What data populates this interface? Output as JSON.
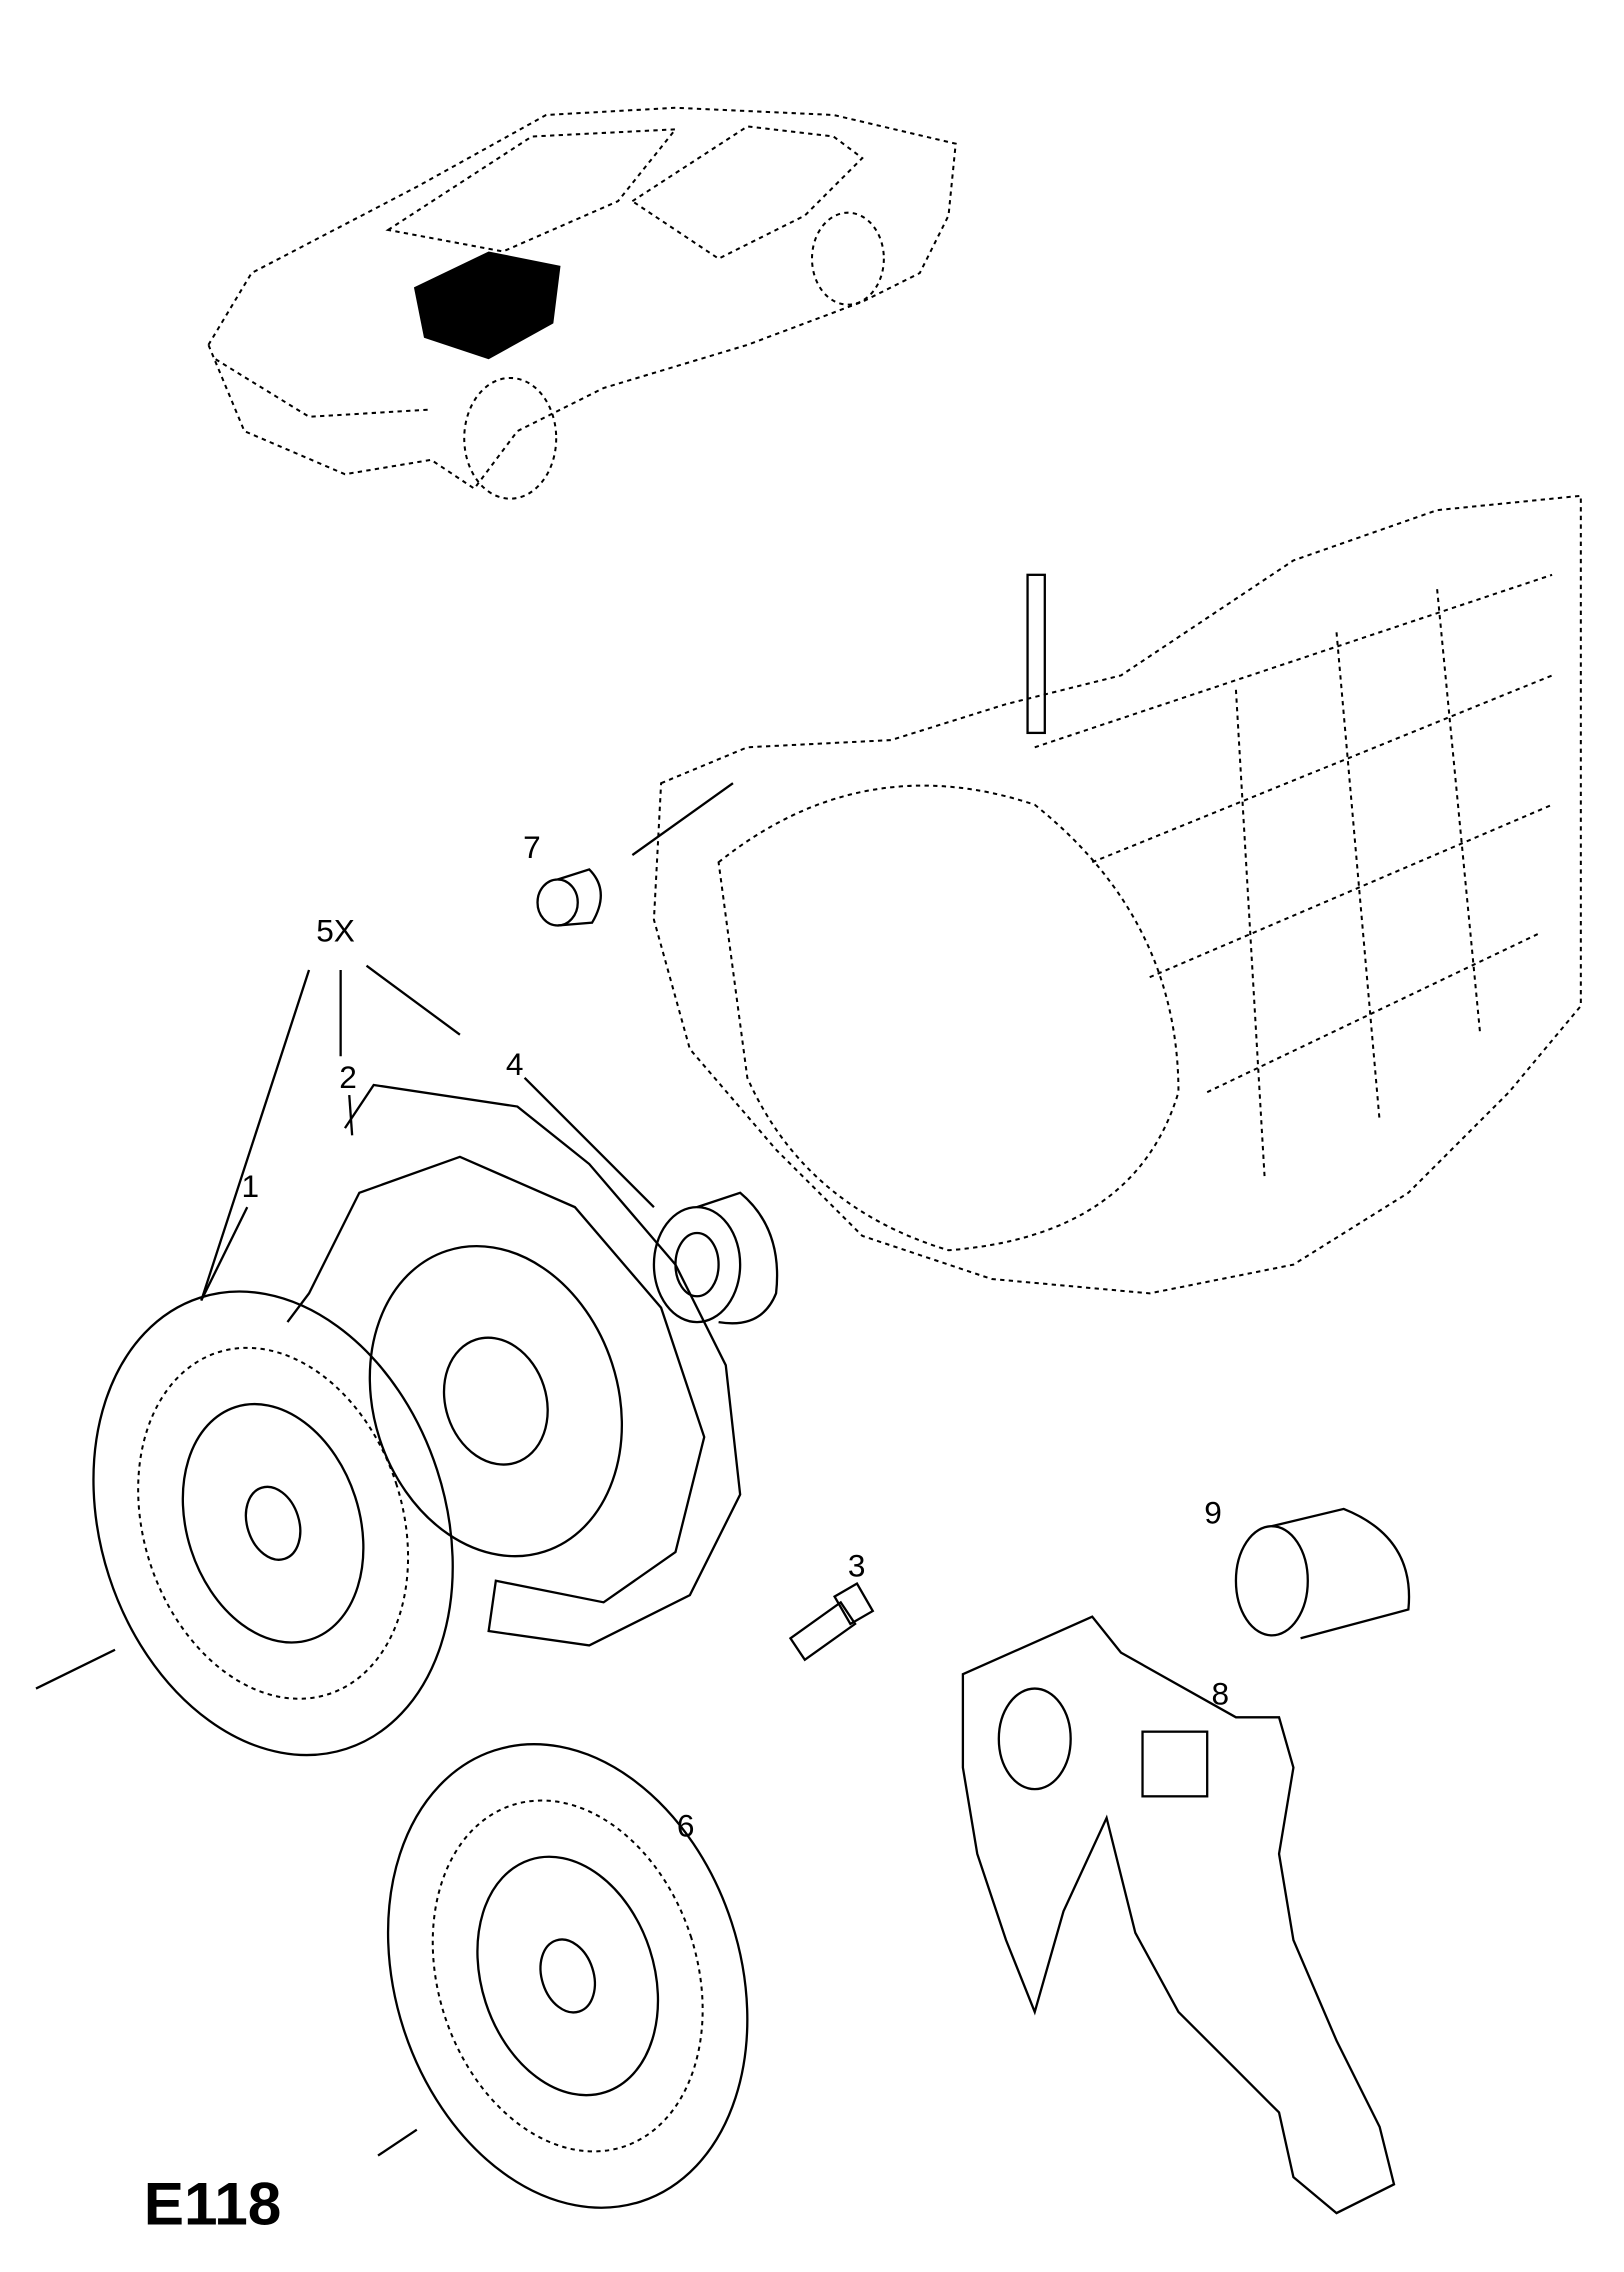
{
  "diagram": {
    "code": "E118",
    "callouts": [
      {
        "id": "1",
        "label": "1"
      },
      {
        "id": "2",
        "label": "2"
      },
      {
        "id": "3",
        "label": "3"
      },
      {
        "id": "4",
        "label": "4"
      },
      {
        "id": "5",
        "label": "5X"
      },
      {
        "id": "6",
        "label": "6"
      },
      {
        "id": "7",
        "label": "7"
      },
      {
        "id": "8",
        "label": "8"
      },
      {
        "id": "9",
        "label": "9"
      }
    ]
  }
}
